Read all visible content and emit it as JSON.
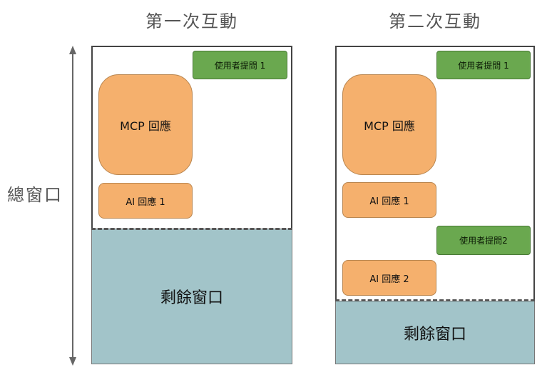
{
  "side_label": "總窗口",
  "panels": [
    {
      "title": "第一次互動",
      "user_q1": "使用者提問 1",
      "mcp": "MCP 回應",
      "ai1": "AI 回應 1",
      "remaining": "剩餘窗口"
    },
    {
      "title": "第二次互動",
      "user_q1": "使用者提問 1",
      "mcp": "MCP 回應",
      "ai1": "AI 回應 1",
      "user_q2": "使用者提問2",
      "ai2": "AI 回應 2",
      "remaining": "剩餘窗口"
    }
  ],
  "colors": {
    "response": "#f5b06d",
    "user": "#6aa84f",
    "remaining": "#a2c4c9"
  }
}
